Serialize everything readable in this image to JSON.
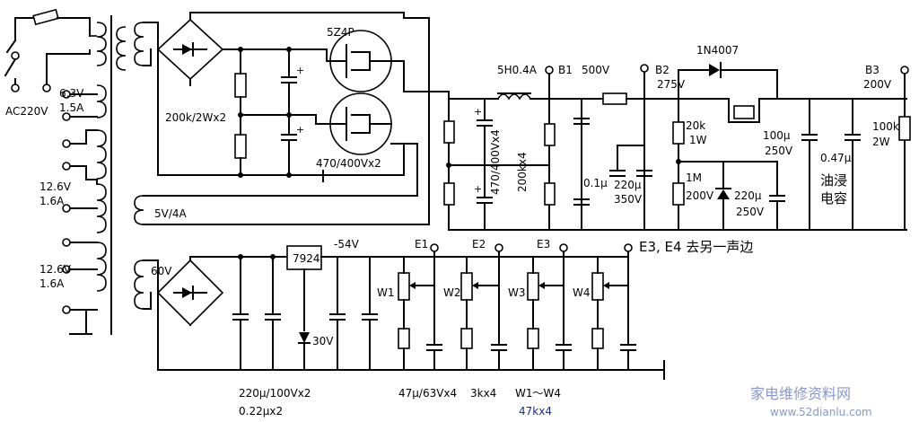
{
  "labels": {
    "ac_input": "AC220V",
    "heater_voltage": "6.3V",
    "heater_current": "1.5A",
    "winding_a_voltage": "12.6V",
    "winding_a_current": "1.6A",
    "winding_b_voltage": "12.6V",
    "winding_b_current": "1.6A",
    "rectifier_heater": "5V/4A",
    "resistor_divider": "200k/2Wx2",
    "rectifier_tube": "5Z4P",
    "filter_caps": "470/400Vx2",
    "choke": "5H0.4A",
    "node_b1": "B1",
    "node_b1_voltage": "500V",
    "node_b2": "B2",
    "node_b2_voltage": "275V",
    "diode": "1N4007",
    "node_b3": "B3",
    "node_b3_voltage": "200V",
    "caps_bank": "470/400Vx4",
    "resistors_bank": "200kx4",
    "cap_01": "0.1µ",
    "cap_220_350_a": "220µ",
    "cap_220_350_b": "350V",
    "res_20k": "20k",
    "res_20k_w": "1W",
    "res_1m": "1M",
    "res_1m_v": "200V",
    "cap_220_250_a": "220µ",
    "cap_220_250_b": "250V",
    "cap_100_a": "100µ",
    "cap_100_b": "250V",
    "cap_047": "0.47µ",
    "oil_cap_1": "油浸",
    "oil_cap_2": "电容",
    "res_100k": "100k",
    "res_100k_w": "2W",
    "bias_winding": "60V",
    "regulator": "7924",
    "bias_voltage": "-54V",
    "zener": "30V",
    "e1": "E1",
    "e2": "E2",
    "e3": "E3",
    "e34_note": "E3, E4 去另一声边",
    "w1": "W1",
    "w2": "W2",
    "w3": "W3",
    "w4": "W4",
    "cap_220_100": "220µ/100Vx2",
    "cap_022": "0.22µx2",
    "cap_47_63": "47µ/63Vx4",
    "res_3k": "3kx4",
    "pots": "W1～W4",
    "pots_value": "47kx4",
    "watermark_cn": "家电维修资料网",
    "watermark_url": "www.52dianlu.com"
  }
}
